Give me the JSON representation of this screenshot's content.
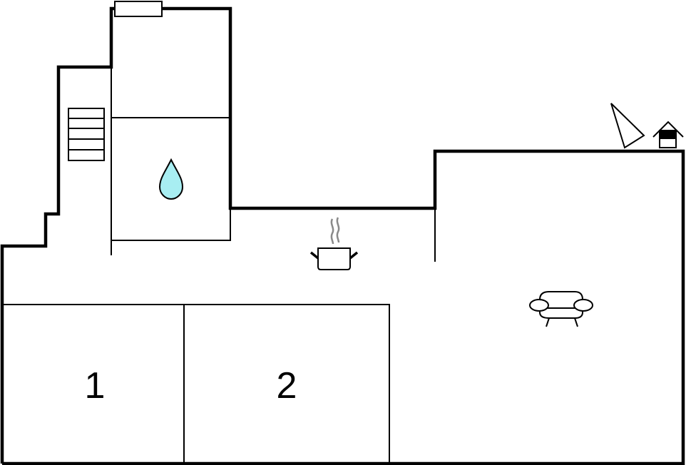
{
  "rooms": [
    {
      "label": "1",
      "type": "bedroom"
    },
    {
      "label": "2",
      "type": "bedroom"
    }
  ],
  "icons": {
    "bathroom": "water-drop-icon",
    "kitchen": "cooking-pot-icon",
    "living": "sofa-icon",
    "stairs": "stairs-icon",
    "orientation": "compass-icon",
    "exterior": "house-icon"
  },
  "colors": {
    "water": "#a8eef2",
    "walls": "#000000",
    "steam": "#8a8a8a"
  }
}
